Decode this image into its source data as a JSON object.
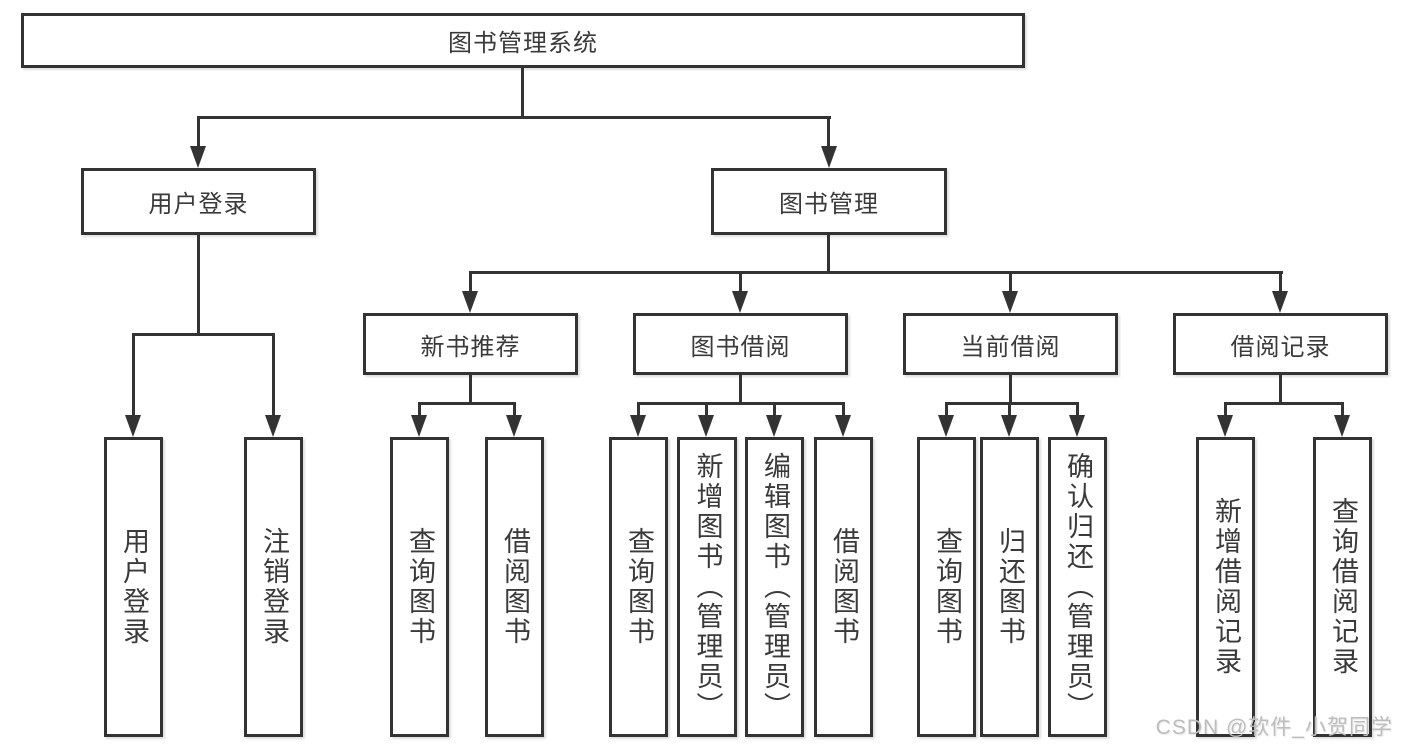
{
  "tree": {
    "root": "图书管理系统",
    "level2": [
      {
        "label": "用户登录",
        "children": [
          "用户登录",
          "注销登录"
        ]
      },
      {
        "label": "图书管理",
        "children": [
          {
            "label": "新书推荐",
            "children": [
              "查询图书",
              "借阅图书"
            ]
          },
          {
            "label": "图书借阅",
            "children": [
              "查询图书",
              "新增图书（管理员）",
              "编辑图书（管理员）",
              "借阅图书"
            ]
          },
          {
            "label": "当前借阅",
            "children": [
              "查询图书",
              "归还图书",
              "确认归还（管理员）"
            ]
          },
          {
            "label": "借阅记录",
            "children": [
              "新增借阅记录",
              "查询借阅记录"
            ]
          }
        ]
      }
    ]
  },
  "watermark": "CSDN @软件_小贺同学",
  "colors": {
    "line": "#333333",
    "text": "#3a3a3a",
    "watermark": "#bdbdbd",
    "box_fill": "#ffffff",
    "background": "#ffffff"
  }
}
